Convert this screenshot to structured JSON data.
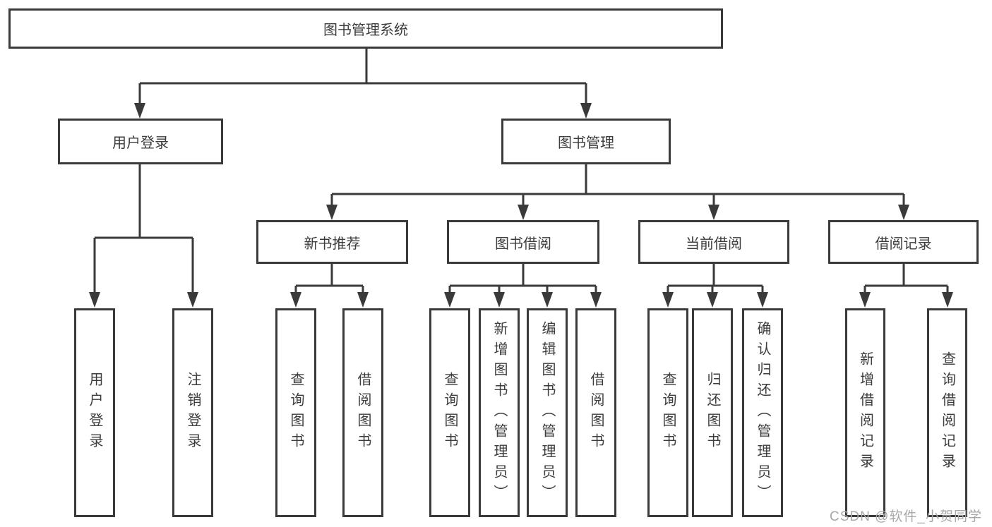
{
  "colors": {
    "box_border": "#3a3a3a",
    "box_fill": "#ffffff",
    "text": "#3c3c3c",
    "line": "#3a3a3a",
    "watermark": "#a8a8a8"
  },
  "watermark": "CSDN @软件_小贺同学",
  "tree": {
    "root": {
      "label": "图书管理系统"
    },
    "level2": [
      {
        "label": "用户登录"
      },
      {
        "label": "图书管理"
      }
    ],
    "level3": [
      {
        "label": "新书推荐",
        "parent": "图书管理"
      },
      {
        "label": "图书借阅",
        "parent": "图书管理"
      },
      {
        "label": "当前借阅",
        "parent": "图书管理"
      },
      {
        "label": "借阅记录",
        "parent": "图书管理"
      }
    ],
    "leaves": [
      {
        "label": "用户登录",
        "parent": "用户登录"
      },
      {
        "label": "注销登录",
        "parent": "用户登录"
      },
      {
        "label": "查询图书",
        "parent": "新书推荐"
      },
      {
        "label": "借阅图书",
        "parent": "新书推荐"
      },
      {
        "label": "查询图书",
        "parent": "图书借阅"
      },
      {
        "label": "新增图书（管理员）",
        "parent": "图书借阅"
      },
      {
        "label": "编辑图书（管理员）",
        "parent": "图书借阅"
      },
      {
        "label": "借阅图书",
        "parent": "图书借阅"
      },
      {
        "label": "查询图书",
        "parent": "当前借阅"
      },
      {
        "label": "归还图书",
        "parent": "当前借阅"
      },
      {
        "label": "确认归还（管理员）",
        "parent": "当前借阅"
      },
      {
        "label": "新增借阅记录",
        "parent": "借阅记录"
      },
      {
        "label": "查询借阅记录",
        "parent": "借阅记录"
      }
    ]
  }
}
